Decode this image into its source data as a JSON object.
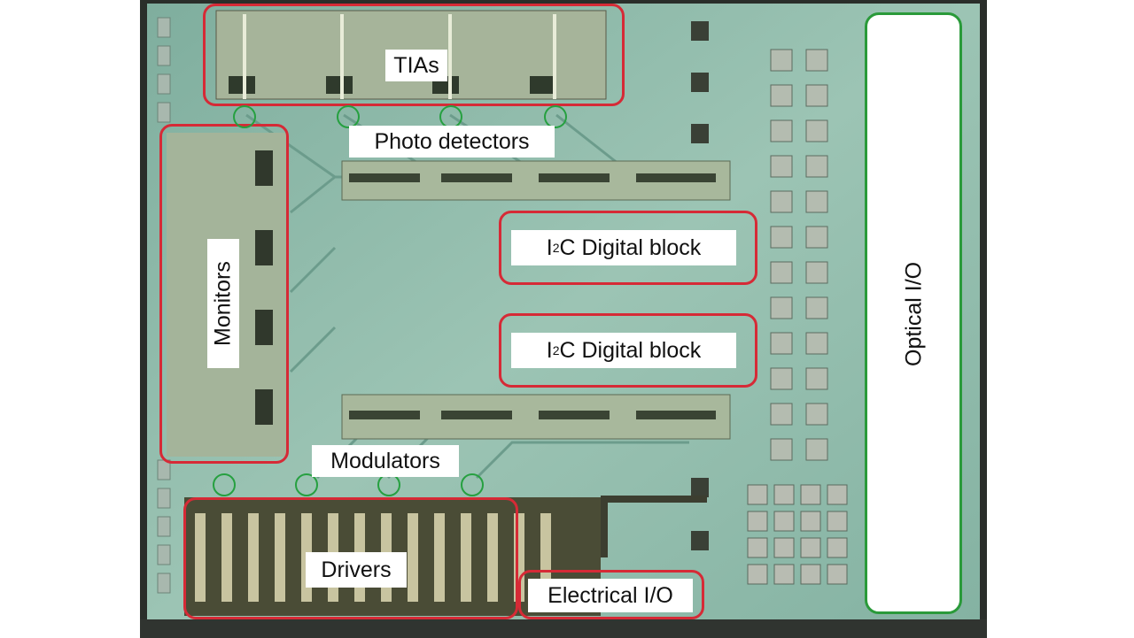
{
  "labels": {
    "tias": "TIAs",
    "photo_detectors": "Photo detectors",
    "monitors": "Monitors",
    "i2c_block_1": {
      "prefix": "I",
      "sup": "2",
      "suffix": "C Digital block"
    },
    "i2c_block_2": {
      "prefix": "I",
      "sup": "2",
      "suffix": "C Digital block"
    },
    "optical_io": "Optical I/O",
    "modulators": "Modulators",
    "drivers": "Drivers",
    "electrical_io": "Electrical I/O"
  },
  "colors": {
    "die": "#8fb8a8",
    "red_outline": "#d62a36",
    "green_outline": "#2a9a3a"
  }
}
